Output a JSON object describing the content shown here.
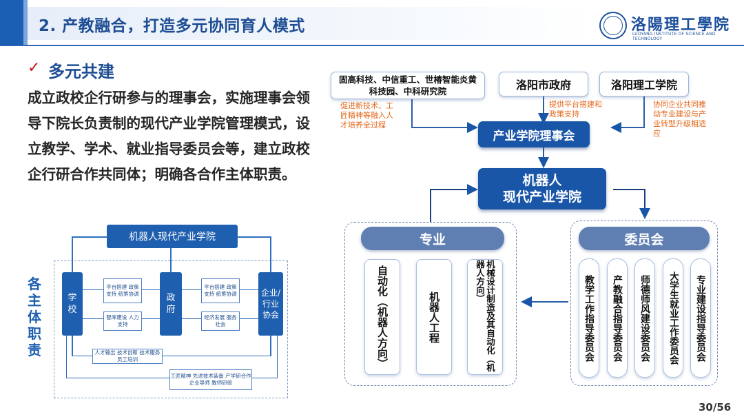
{
  "header": {
    "title": "2. 产教融合，打造多元协同育人模式",
    "logo_cn": "洛陽理工學院",
    "logo_en": "LUOYANG INSTITUTE OF SCIENCE AND TECHNOLOGY"
  },
  "section": {
    "check_mark": "✓",
    "subheading": "多元共建",
    "paragraph": "成立政校企行研参与的理事会，实施理事会领导下院长负责制的现代产业学院管理模式，设立教学、学术、就业指导委员会等，建立政校企行研合作共同体；明确各合作主体职责。"
  },
  "left_diagram": {
    "side_label": "各主体职责",
    "top": "机器人现代产业学院",
    "school": "学校",
    "government": "政府",
    "enterprise": "企业/行业协会",
    "notes": {
      "left_top": "平台搭建 政策支持 统筹协调",
      "left_bottom": "智库建设 人力支持",
      "right_top": "平台搭建 政策支持 统筹协调",
      "right_bottom": "经济发展 服务社会",
      "bottom1": "人才输出 技术创新 技术服务 员工培训",
      "bottom2": "工匠精神 先进技术装备 产学研合作 企业导师 教师研修"
    }
  },
  "right_diagram": {
    "enterprises": "固高科技、中信重工、世椿智能炎黄科技园、中科研究院",
    "city_gov": "洛阳市政府",
    "university": "洛阳理工学院",
    "note_left": "促进新技术、工匠精神等融入人才培养全过程",
    "note_mid": "提供平台搭建和政策支持",
    "note_right": "协同企业共同推动专业建设与产业转型升级相适应",
    "council": "产业学院理事会",
    "college_line1": "机器人",
    "college_line2": "现代产业学院",
    "majors_title": "专业",
    "majors": [
      "自动化（机器人方向）",
      "机器人工程",
      "机械设计制造及其自动化（机器人方向）"
    ],
    "committees_title": "委员会",
    "committees": [
      "教学工作指导委员会",
      "产教融合指导委员会",
      "师德师风建设委员会",
      "大学生就业工作委员会",
      "专业建设指导委员会"
    ]
  },
  "footer": {
    "page": "30/56"
  }
}
